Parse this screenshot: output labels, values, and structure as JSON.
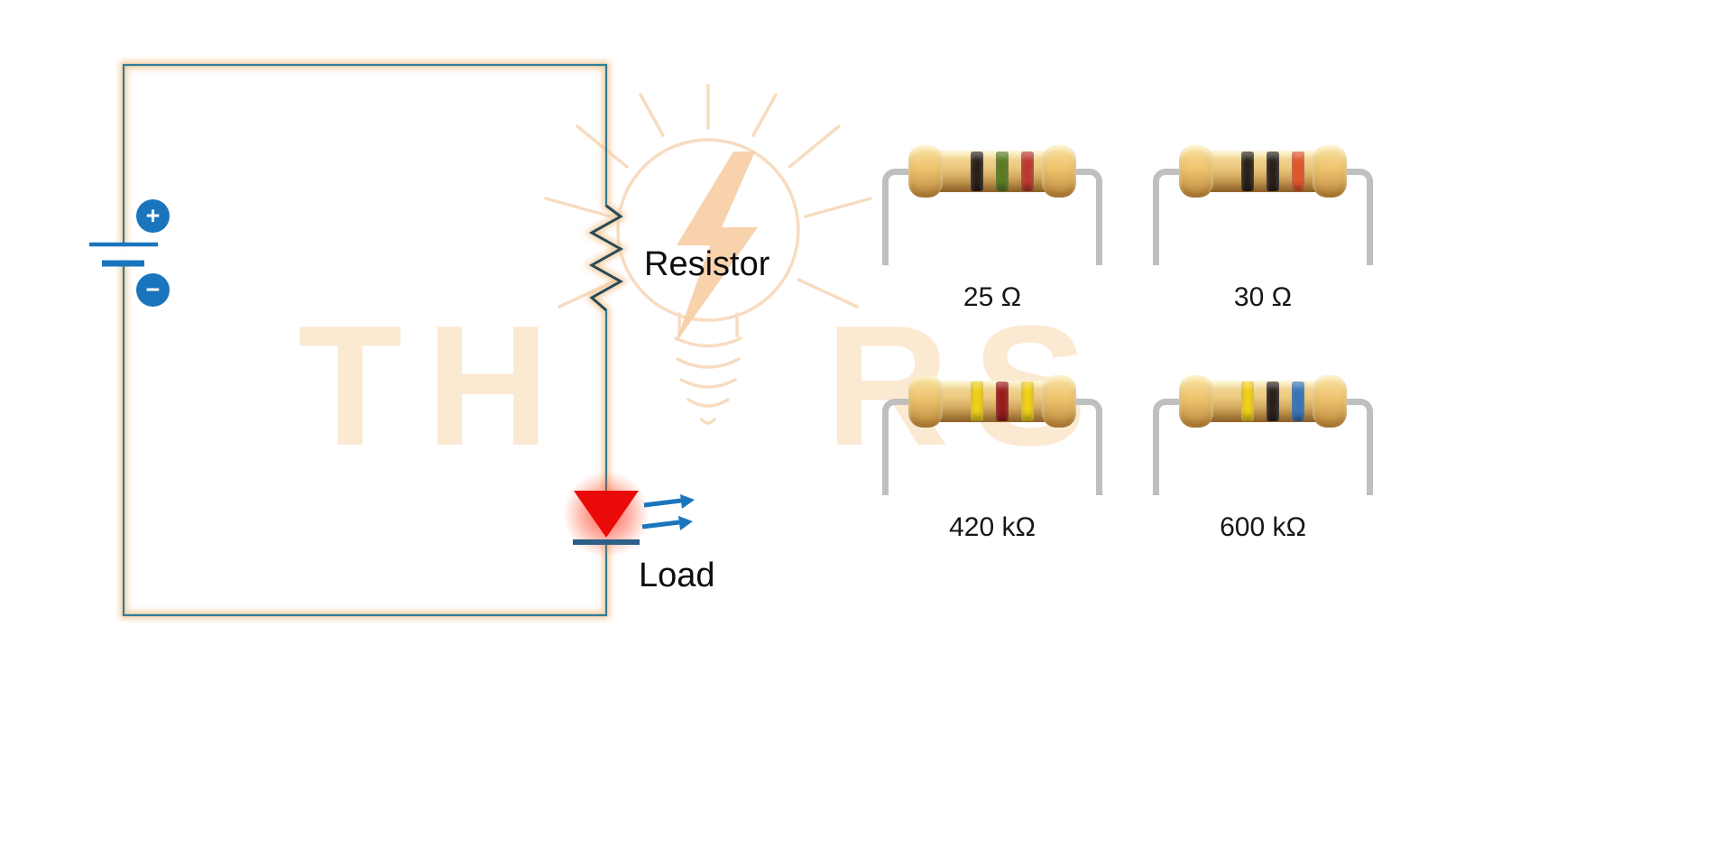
{
  "watermark": {
    "left": "TH",
    "right": "RS",
    "color": "#fce9d2"
  },
  "circuit": {
    "labels": {
      "resistor": "Resistor",
      "load": "Load"
    },
    "battery": {
      "plus": "+",
      "minus": "−"
    },
    "colors": {
      "wire": "#2f7e9a",
      "glow": "#f3c48f",
      "zigzag": "#274b57",
      "battery_blue": "#1b75bc",
      "led_red": "#ea0a0a",
      "cathode": "#2d5f87",
      "arrow_blue": "#1b75bc"
    }
  },
  "resistors": [
    {
      "label": "25 Ω",
      "bands": [
        "#2a2119",
        "#5d7d22",
        "#bf3a30"
      ],
      "band_names": [
        "black",
        "green",
        "red"
      ]
    },
    {
      "label": "30 Ω",
      "bands": [
        "#2a2119",
        "#2a2119",
        "#e2582b"
      ],
      "band_names": [
        "black",
        "black",
        "orange"
      ]
    },
    {
      "label": "420 kΩ",
      "bands": [
        "#f4d318",
        "#9b1c19",
        "#f4d318"
      ],
      "band_names": [
        "yellow",
        "dark-red",
        "yellow"
      ]
    },
    {
      "label": "600 kΩ",
      "bands": [
        "#f4d318",
        "#2a2119",
        "#3a76b8"
      ],
      "band_names": [
        "yellow",
        "black",
        "blue"
      ]
    }
  ]
}
